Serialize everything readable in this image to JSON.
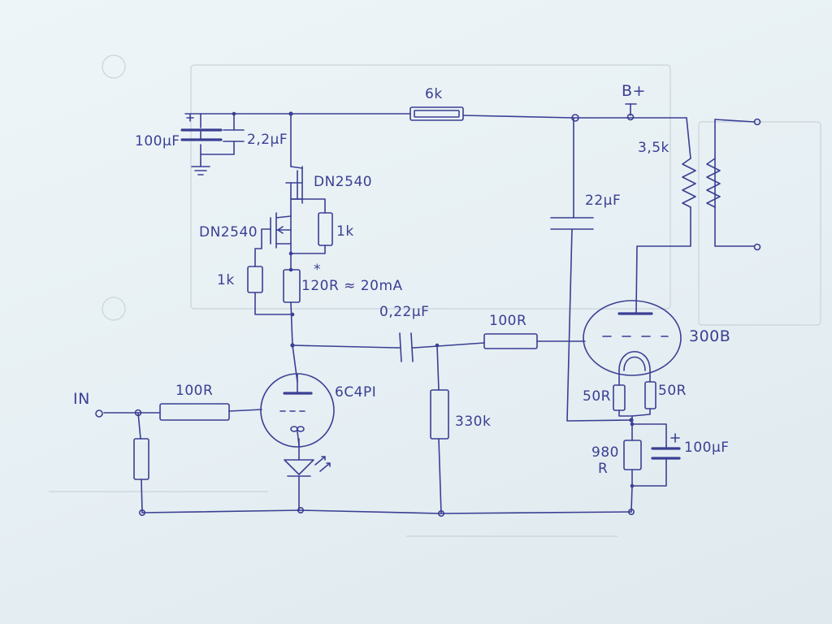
{
  "labels": {
    "r_6k": "6k",
    "bplus": "B+",
    "c_100uf_top": "100µF",
    "c_2_2uf": "2,2µF",
    "fet_top": "DN2540",
    "fet_left": "DN2540",
    "r_1k_right": "1k",
    "r_1k_left": "1k",
    "r_120r": "120R ≈ 20mA",
    "asterisk": "*",
    "c_0_22uf": "0,22µF",
    "r_100r_grid": "100R",
    "tube_300b": "300B",
    "r_50r_left": "50R",
    "r_50r_right": "50R",
    "r_980r_a": "980",
    "r_980r_b": "R",
    "c_100uf_cath": "100µF",
    "c_22uf": "22µF",
    "r_3_5k": "3,5k",
    "input": "IN",
    "r_100r_in": "100R",
    "tube_6c4p": "6C4PI",
    "r_330k": "330k"
  }
}
